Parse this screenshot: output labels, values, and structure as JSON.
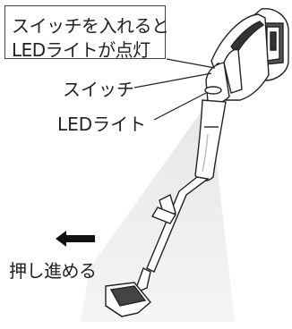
{
  "callout": {
    "line1": "スイッチを入れると",
    "line2": "LEDライトが点灯"
  },
  "labels": {
    "switch": "スイッチ",
    "led": "LEDライト",
    "push_forward": "押し進める"
  },
  "icons": {
    "direction": "left-arrow-icon"
  },
  "colors": {
    "line": "#222222",
    "light_beam": "#d9d9d9",
    "body_dark": "#333333"
  }
}
